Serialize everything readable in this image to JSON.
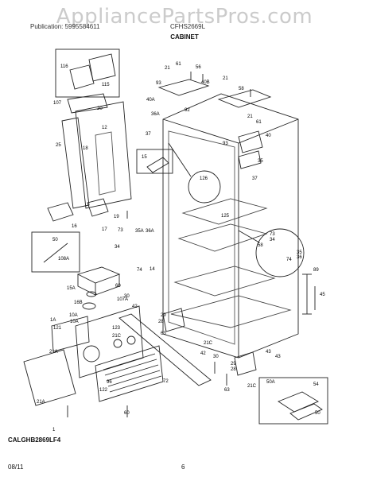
{
  "watermark": "AppliancePartsPros.com",
  "header": {
    "left": "Publication: 5995584611",
    "model": "CFHS2669L",
    "section_title": "CABINET"
  },
  "callouts": [
    "116",
    "115",
    "107",
    "20",
    "12",
    "25",
    "18",
    "16",
    "17",
    "19",
    "21",
    "61",
    "56",
    "93",
    "40B",
    "21",
    "58",
    "40A",
    "92",
    "36A",
    "37",
    "15",
    "93",
    "21",
    "61",
    "40",
    "35",
    "126",
    "125",
    "37",
    "73",
    "35A",
    "36A",
    "34",
    "74",
    "14",
    "58",
    "73",
    "34",
    "35",
    "36",
    "74",
    "50",
    "108A",
    "60",
    "15A",
    "30",
    "16B",
    "107A",
    "42",
    "29",
    "28",
    "10A",
    "1A",
    "121",
    "123",
    "21A",
    "21C",
    "63",
    "21C",
    "42",
    "30",
    "43",
    "29",
    "28",
    "96",
    "122",
    "72",
    "63",
    "21C",
    "60",
    "21A",
    "1",
    "50A",
    "54",
    "50",
    "89",
    "45",
    "10A",
    "43"
  ],
  "code": "CALGHB2869LF4",
  "footer": {
    "date": "08/11",
    "page": "6"
  }
}
